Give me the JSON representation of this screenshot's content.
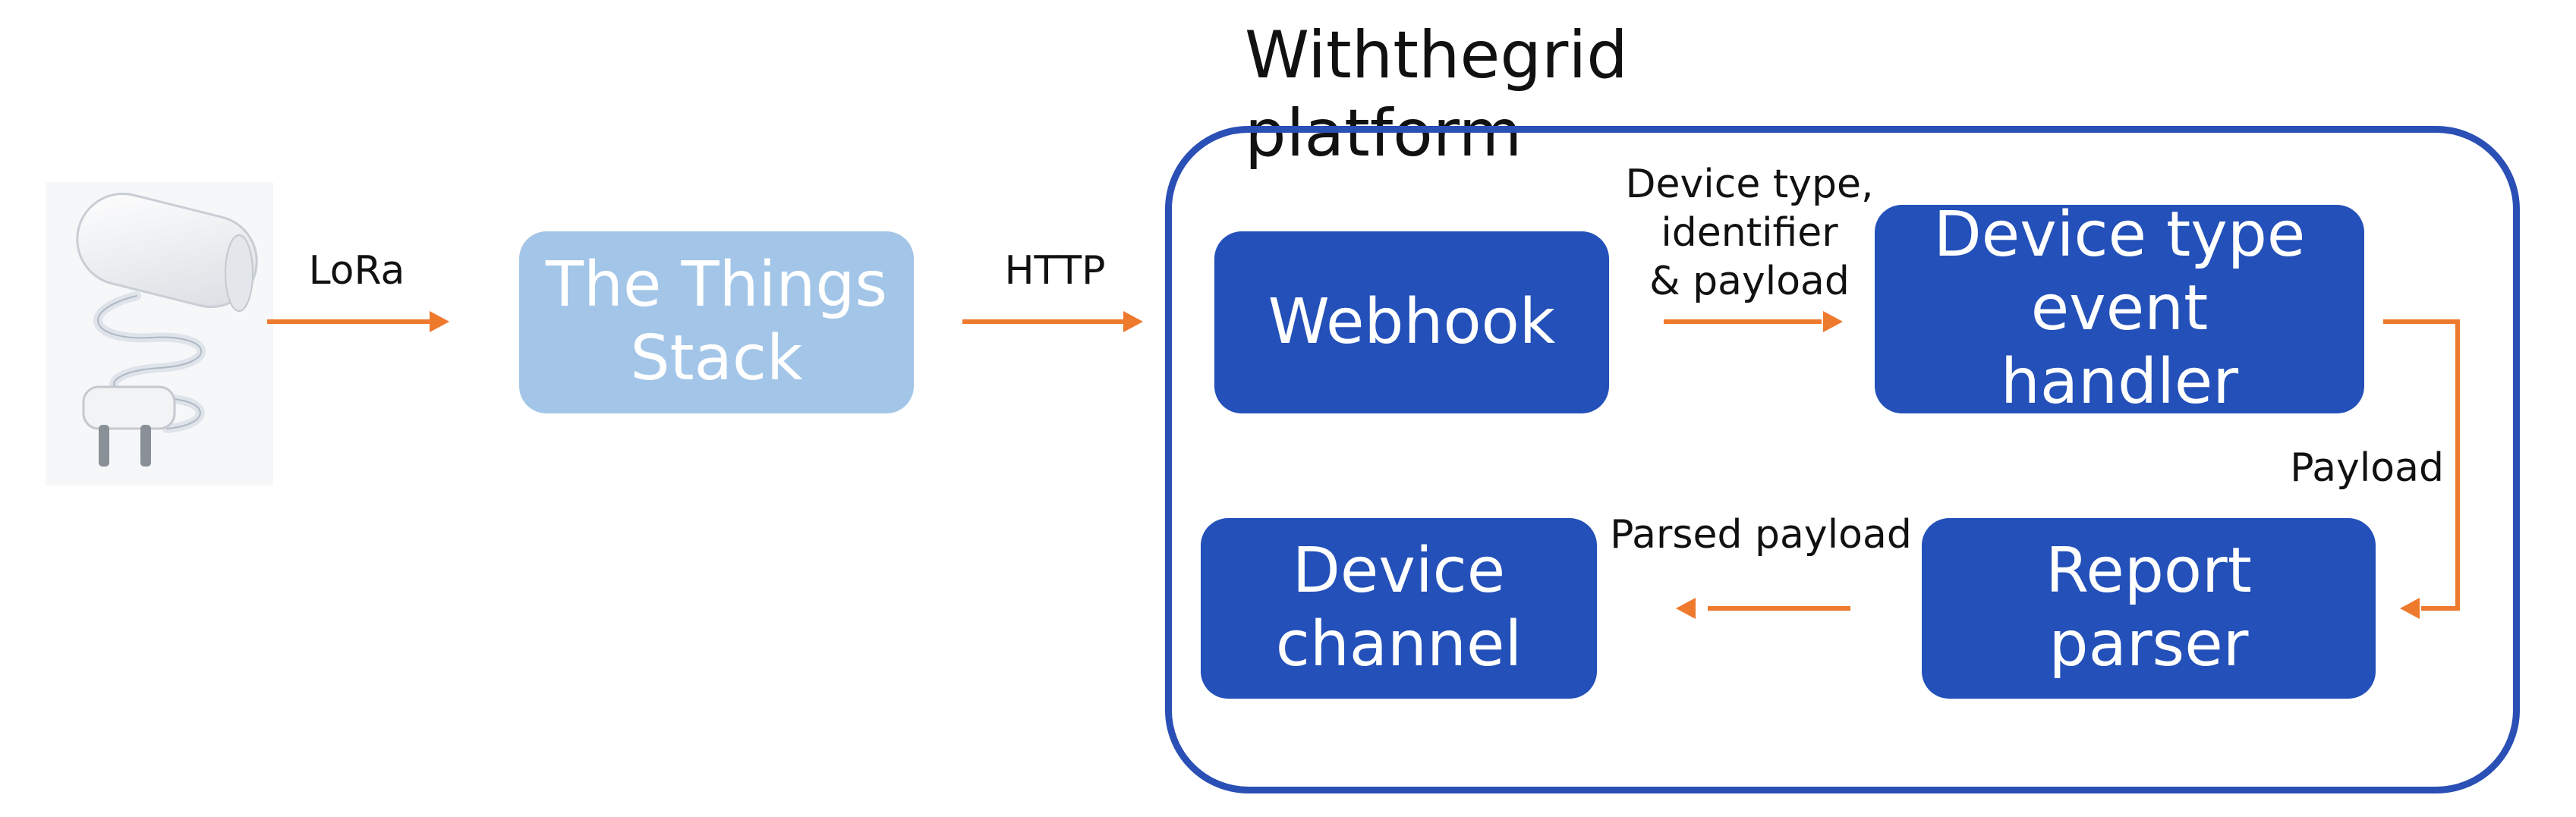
{
  "title": "Withthegrid platform",
  "boxes": {
    "things_stack": "The Things Stack",
    "webhook": "Webhook",
    "event_handler": "Device type event handler",
    "report_parser": "Report parser",
    "device_channel": "Device channel"
  },
  "edge_labels": {
    "lora": "LoRa",
    "http": "HTTP",
    "device_type_line1": "Device type,",
    "device_type_line2": "identifier",
    "device_type_line3": "& payload",
    "payload": "Payload",
    "parsed_payload": "Parsed payload"
  },
  "colors": {
    "arrow": "#ee7a2e",
    "box_dark": "#2350b9",
    "box_light": "#a3c6e8",
    "frame": "#2a4fb5"
  },
  "icons": {
    "device": "lorawan-sensor-device-image"
  }
}
